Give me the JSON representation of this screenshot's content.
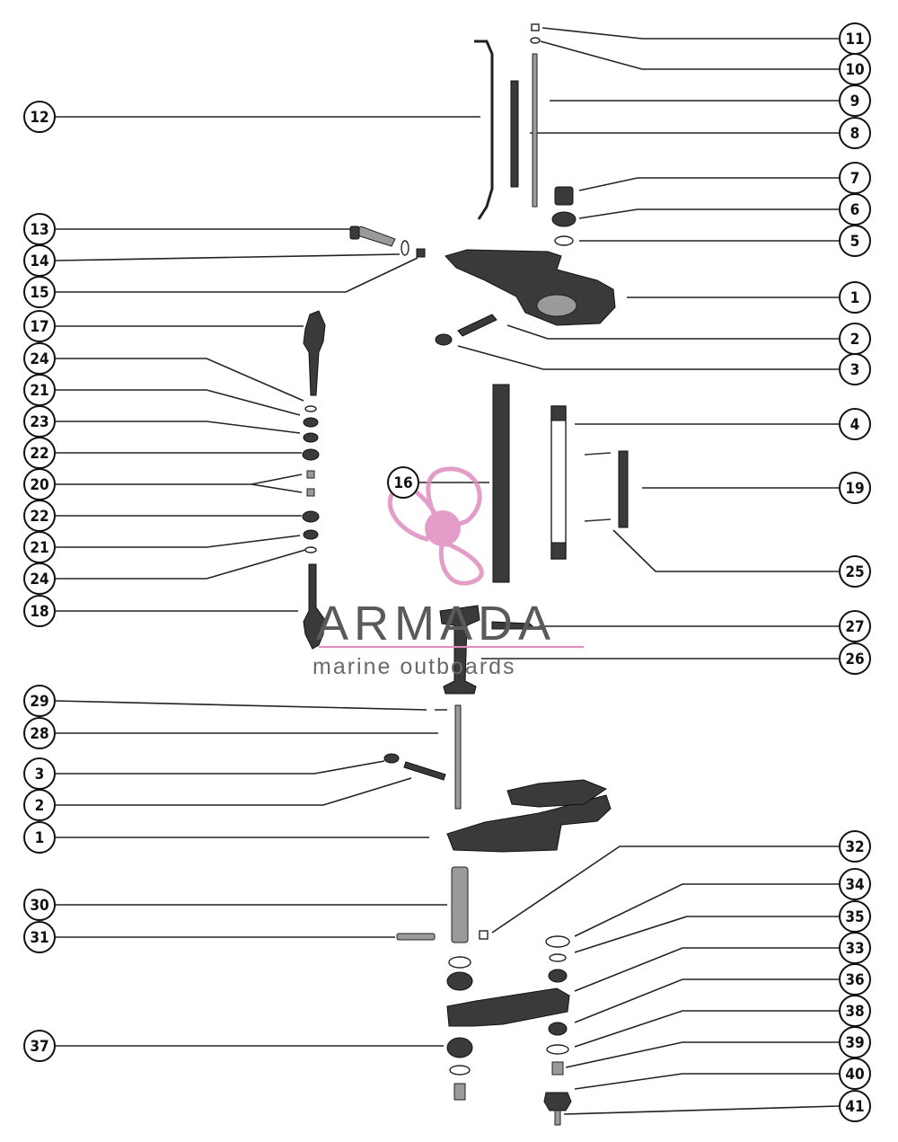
{
  "callouts_left": [
    "12",
    "13",
    "14",
    "15",
    "17",
    "24",
    "21",
    "23",
    "22",
    "20",
    "22",
    "21",
    "24",
    "18",
    "29",
    "28",
    "3",
    "2",
    "1",
    "30",
    "31",
    "37"
  ],
  "callouts_center": [
    "16"
  ],
  "callouts_right": [
    "11",
    "10",
    "9",
    "8",
    "7",
    "6",
    "5",
    "1",
    "2",
    "3",
    "4",
    "19",
    "25",
    "27",
    "26",
    "32",
    "34",
    "35",
    "33",
    "36",
    "38",
    "39",
    "40",
    "41"
  ],
  "watermark": {
    "brand": "ARMADA",
    "tagline": "marine outboards",
    "logo": "propeller-logo",
    "accent": "#e08cc0"
  },
  "colors": {
    "ink": "#111111",
    "part": "#3a3a3a",
    "background": "#ffffff"
  }
}
